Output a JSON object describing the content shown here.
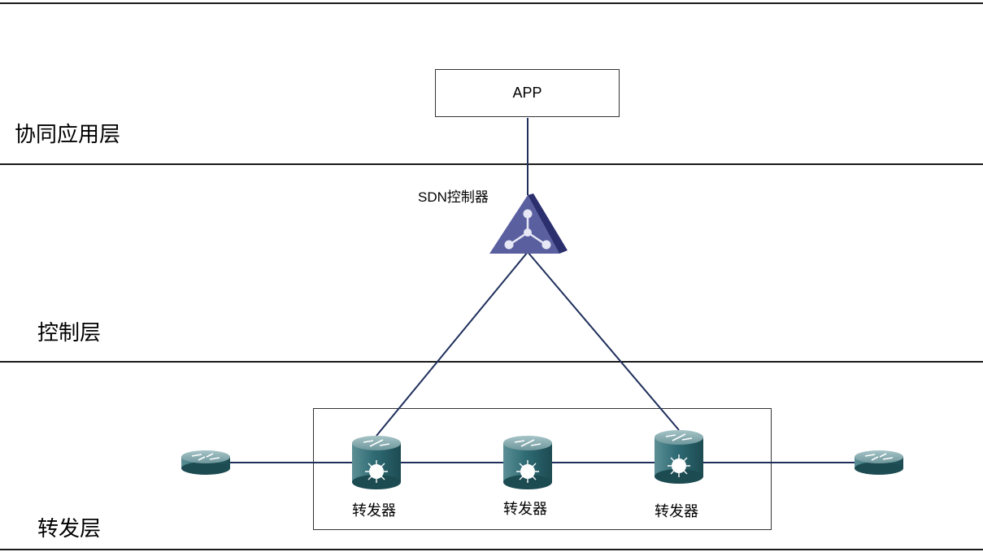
{
  "layers": {
    "application": "协同应用层",
    "control": "控制层",
    "forwarding": "转发层"
  },
  "app": {
    "label": "APP"
  },
  "controller": {
    "label": "SDN控制器",
    "icon": "sdn-controller-icon"
  },
  "forwarders": [
    {
      "label": "转发器",
      "icon": "layer3-switch-icon"
    },
    {
      "label": "转发器",
      "icon": "layer3-switch-icon"
    },
    {
      "label": "转发器",
      "icon": "layer3-switch-icon"
    }
  ],
  "edge_routers": [
    {
      "icon": "router-icon"
    },
    {
      "icon": "router-icon"
    }
  ],
  "colors": {
    "link": "#1f2f5c",
    "controller_fill": "#5a5fa0",
    "controller_side": "#2b2f6e",
    "device_body": "#2f6b74",
    "device_top": "#7fa5aa"
  }
}
